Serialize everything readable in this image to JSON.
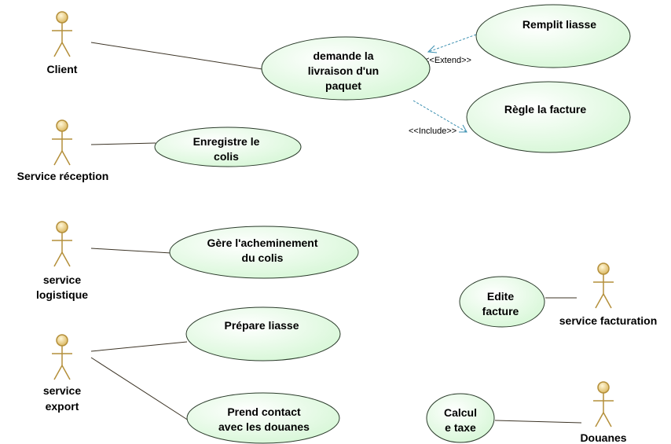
{
  "actors": {
    "client": {
      "label": [
        "Client"
      ]
    },
    "service_reception": {
      "label": [
        "Service réception"
      ]
    },
    "service_logistique": {
      "label": [
        "service",
        "logistique"
      ]
    },
    "service_export": {
      "label": [
        "service",
        "export"
      ]
    },
    "service_facturation": {
      "label": [
        "service facturation"
      ]
    },
    "douanes": {
      "label": [
        "Douanes"
      ]
    }
  },
  "use_cases": {
    "demande_livraison": {
      "label": [
        "demande la",
        "livraison d'un",
        "paquet"
      ]
    },
    "remplit_liasse": {
      "label": [
        "Remplit liasse"
      ]
    },
    "regle_facture": {
      "label": [
        "Règle la facture"
      ]
    },
    "enregistre_colis": {
      "label": [
        "Enregistre le",
        "colis"
      ]
    },
    "gere_acheminement": {
      "label": [
        "Gère l'acheminement",
        "du colis"
      ]
    },
    "prepare_liasse": {
      "label": [
        "Prépare liasse"
      ]
    },
    "prend_contact": {
      "label": [
        "Prend contact",
        "avec les douanes"
      ]
    },
    "edite_facture": {
      "label": [
        "Edite",
        "facture"
      ]
    },
    "calcul_taxe": {
      "label": [
        "Calcul",
        "e taxe"
      ]
    }
  },
  "relations": {
    "extend_label": "<<Extend>>",
    "include_label": "<<Include>>"
  },
  "colors": {
    "usecase_fill": "#e8fbe8",
    "usecase_stroke": "#2a3a2a",
    "actor_fill": "#f7e6b0",
    "actor_stroke": "#b48f3a",
    "assoc_line": "#3c3426",
    "dep_line": "#3a8fb0"
  }
}
